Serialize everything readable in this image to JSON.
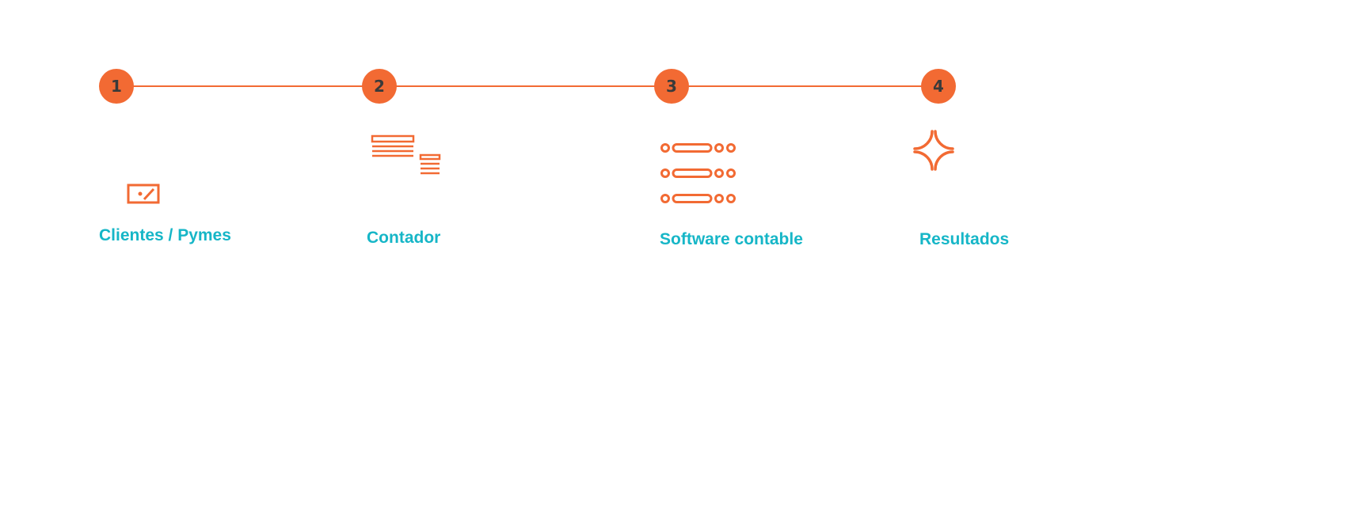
{
  "colors": {
    "accent": "#f26a33",
    "label": "#16b6c7",
    "number_text": "#3a3a3a",
    "background": "#ffffff"
  },
  "steps": [
    {
      "number": "1",
      "label": "Clientes / Pymes",
      "icon": "card-icon"
    },
    {
      "number": "2",
      "label": "Contador",
      "icon": "document-stack-icon"
    },
    {
      "number": "3",
      "label": "Software contable",
      "icon": "server-list-icon"
    },
    {
      "number": "4",
      "label": "Resultados",
      "icon": "sparkle-icon"
    }
  ]
}
